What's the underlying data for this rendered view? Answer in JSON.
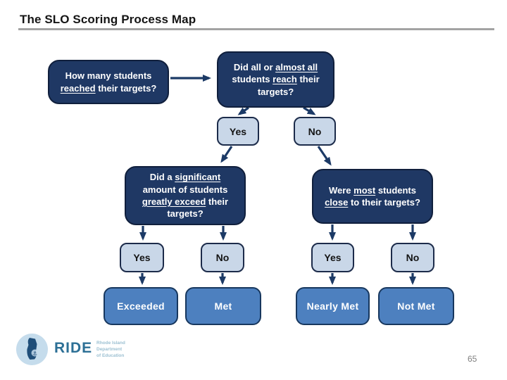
{
  "title": "The SLO Scoring Process Map",
  "page_number": "65",
  "logo": {
    "acronym": "RIDE",
    "tagline": [
      "Rhode Island",
      "Department",
      "of Education"
    ]
  },
  "colors": {
    "question_node_fill": "#1f3864",
    "decision_node_fill": "#c9d7e8",
    "result_node_fill": "#4d80bf",
    "arrow": "#1c3a66",
    "title_rule": "#a3a3a3",
    "logo_blue": "#2d7096"
  },
  "flow": {
    "labels": {
      "yes": "Yes",
      "no": "No"
    },
    "q1": {
      "lines": [
        [
          {
            "t": "How many students"
          }
        ],
        [
          {
            "t": "reached",
            "u": true
          },
          {
            "t": " their targets?"
          }
        ]
      ]
    },
    "q2": {
      "lines": [
        [
          {
            "t": "Did all or "
          },
          {
            "t": "almost all",
            "u": true
          }
        ],
        [
          {
            "t": "students "
          },
          {
            "t": "reach",
            "u": true
          },
          {
            "t": " their"
          }
        ],
        [
          {
            "t": "targets?"
          }
        ]
      ]
    },
    "q3": {
      "lines": [
        [
          {
            "t": "Did a "
          },
          {
            "t": "significant",
            "u": true
          }
        ],
        [
          {
            "t": "amount of students"
          }
        ],
        [
          {
            "t": "greatly exceed",
            "u": true
          },
          {
            "t": " their"
          }
        ],
        [
          {
            "t": "targets?"
          }
        ]
      ]
    },
    "q4": {
      "lines": [
        [
          {
            "t": "Were "
          },
          {
            "t": "most",
            "u": true
          },
          {
            "t": " students"
          }
        ],
        [
          {
            "t": "close",
            "u": true
          },
          {
            "t": " to their targets?"
          }
        ]
      ]
    },
    "results": {
      "exceeded": "Exceeded",
      "met": "Met",
      "nearly_met": "Nearly Met",
      "not_met": "Not Met"
    }
  }
}
